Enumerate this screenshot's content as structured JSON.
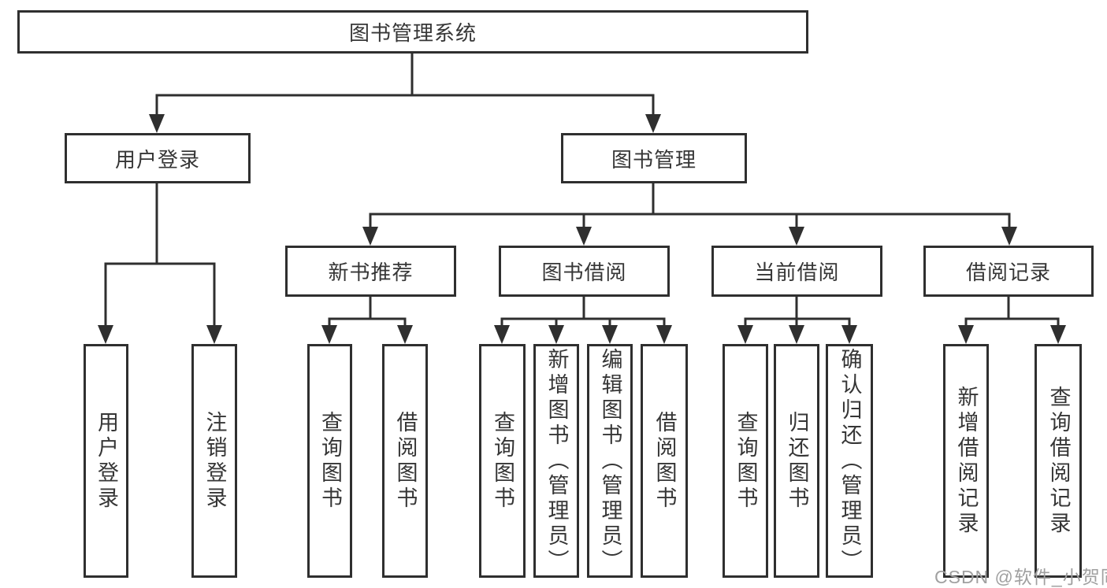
{
  "colors": {
    "line": "#2f2f2f",
    "text": "#363636",
    "watermark": "#a0a0a0",
    "background": "#ffffff"
  },
  "watermark": "CSDN @软件_小贺同学",
  "nodes": {
    "root": "图书管理系统",
    "user_login": "用户登录",
    "book_management": "图书管理",
    "new_book_recommend": "新书推荐",
    "book_borrowing": "图书借阅",
    "current_borrowing": "当前借阅",
    "borrowing_records": "借阅记录",
    "leaves": {
      "user_login_group": [
        "用户登录",
        "注销登录"
      ],
      "new_book_group": [
        "查询图书",
        "借阅图书"
      ],
      "book_borrowing_group": [
        "查询图书",
        "新增图书（管理员）",
        "编辑图书（管理员）",
        "借阅图书"
      ],
      "current_borrowing_group": [
        "查询图书",
        "归还图书",
        "确认归还（管理员）"
      ],
      "borrowing_records_group": [
        "新增借阅记录",
        "查询借阅记录"
      ]
    }
  }
}
